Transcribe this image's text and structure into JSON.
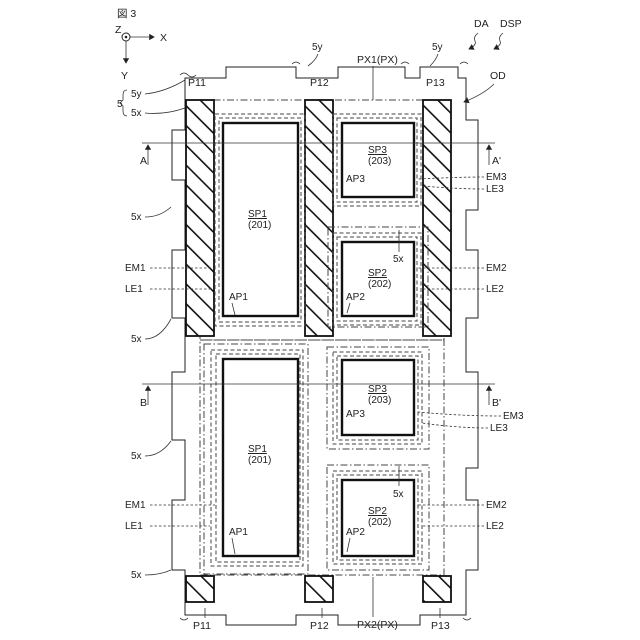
{
  "figure_label": "図 3",
  "axes": {
    "z": "Z",
    "x": "X",
    "y": "Y"
  },
  "top_labels": {
    "da": "DA",
    "dsp": "DSP",
    "od": "OD"
  },
  "px_labels": {
    "px1": "PX1(PX)",
    "px2": "PX2(PX)"
  },
  "pads": {
    "p11": "P11",
    "p12": "P12",
    "p13": "P13"
  },
  "edge_labels": {
    "y5": "5y",
    "x5": "5x",
    "five": "5"
  },
  "cut_lines": {
    "a": "A",
    "a_prime": "A'",
    "b": "B",
    "b_prime": "B'"
  },
  "pixels": {
    "upper": {
      "sp1": "SP1",
      "sp1_num": "(201)",
      "sp2": "SP2",
      "sp2_num": "(202)",
      "sp3": "SP3",
      "sp3_num": "(203)"
    },
    "lower": {
      "sp1": "SP1",
      "sp1_num": "(201)",
      "sp2": "SP2",
      "sp2_num": "(202)",
      "sp3": "SP3",
      "sp3_num": "(203)"
    }
  },
  "apertures": {
    "ap1": "AP1",
    "ap2": "AP2",
    "ap3": "AP3"
  },
  "emitters": {
    "em1": "EM1",
    "em2": "EM2",
    "em3": "EM3"
  },
  "electrodes": {
    "le1": "LE1",
    "le2": "LE2",
    "le3": "LE3"
  }
}
